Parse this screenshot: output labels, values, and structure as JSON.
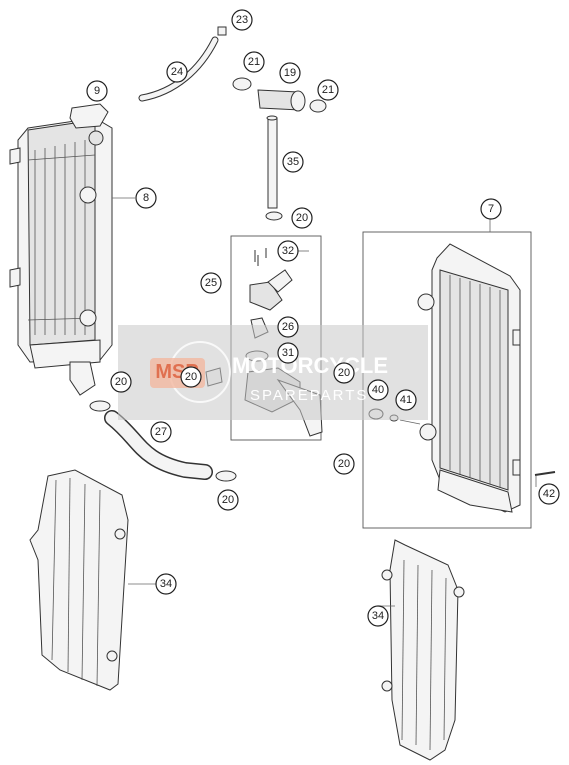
{
  "callouts": {
    "c23": "23",
    "c24": "24",
    "c9": "9",
    "c8": "8",
    "c21a": "21",
    "c19": "19",
    "c21b": "21",
    "c35": "35",
    "c20a": "20",
    "c7": "7",
    "c32": "32",
    "c25": "25",
    "c26": "26",
    "c31": "31",
    "c20b": "20",
    "c20c": "20",
    "c40": "40",
    "c41": "41",
    "c20d": "20",
    "c27": "27",
    "c20e": "20",
    "c42": "42",
    "c20f": "20",
    "c34a": "34",
    "c34b": "34"
  },
  "watermark": {
    "brand": "MOTORCYCLE",
    "sub": "SPAREPARTS",
    "logo": "MSP"
  }
}
